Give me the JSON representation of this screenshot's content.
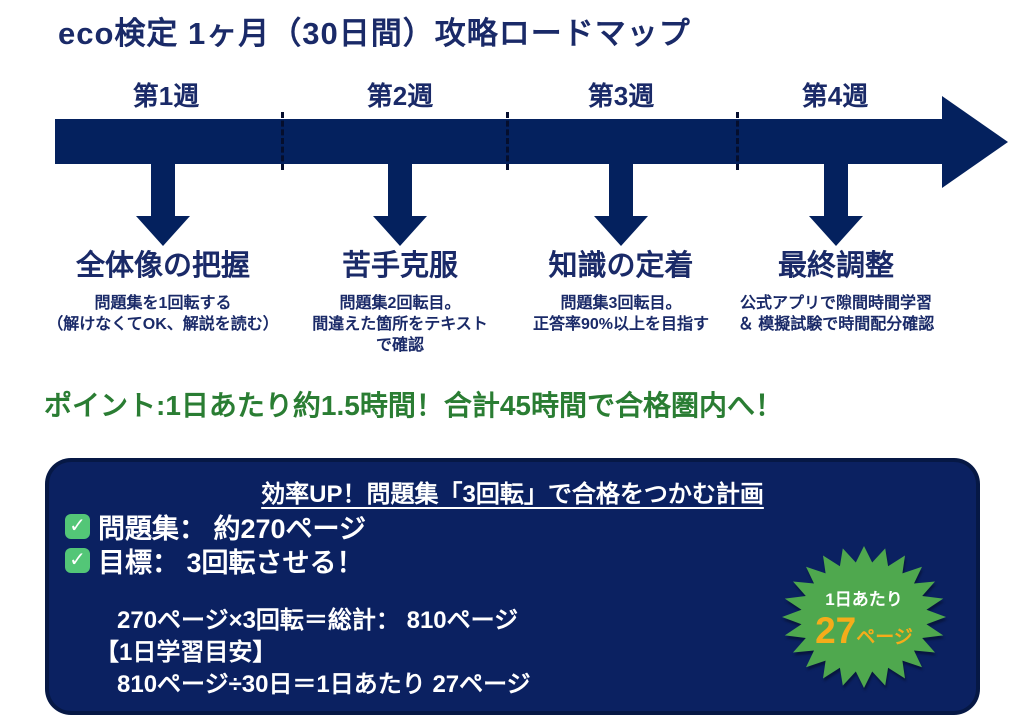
{
  "title": "eco検定 1ヶ月（30日間）攻略ロードマップ",
  "colors": {
    "navy": "#04215e",
    "navy_text": "#1a2a68",
    "green_text": "#2a7d33",
    "star_green": "#4fa84e",
    "star_yellow": "#f5ac1a",
    "check_green": "#53c677",
    "box_bg": "#0b2161",
    "divider": "#050e2d"
  },
  "timeline": {
    "weeks": [
      {
        "label": "第1週",
        "phase": "全体像の把握",
        "desc_lines": [
          "問題集を1回転する",
          "（解けなくてOK、解説を読む）"
        ]
      },
      {
        "label": "第2週",
        "phase": "苦手克服",
        "desc_lines": [
          "問題集2回転目。",
          "間違えた箇所をテキスト",
          "で確認"
        ]
      },
      {
        "label": "第3週",
        "phase": "知識の定着",
        "desc_lines": [
          "問題集3回転目。",
          "正答率90%以上を目指す"
        ]
      },
      {
        "label": "第4週",
        "phase": "最終調整",
        "desc_lines": [
          "公式アプリで隙間時間学習",
          "＆ 模擬試験で時間配分確認"
        ]
      }
    ]
  },
  "point_line": "ポイント:1日あたり約1.5時間！合計45時間で合格圏内へ！",
  "plan_box": {
    "title": "効率UP！問題集「3回転」で合格をつかむ計画",
    "check_glyph": "✓",
    "checklist": [
      {
        "label": "問題集： 約270ページ"
      },
      {
        "label": "目標： 3回転させる！"
      }
    ],
    "calc_lines": [
      "270ページ×3回転＝総計： 810ページ",
      "【1日学習目安】",
      "810ページ÷30日＝1日あたり 27ページ"
    ],
    "badge": {
      "top": "1日あたり",
      "number": "27",
      "unit": "ページ"
    }
  }
}
